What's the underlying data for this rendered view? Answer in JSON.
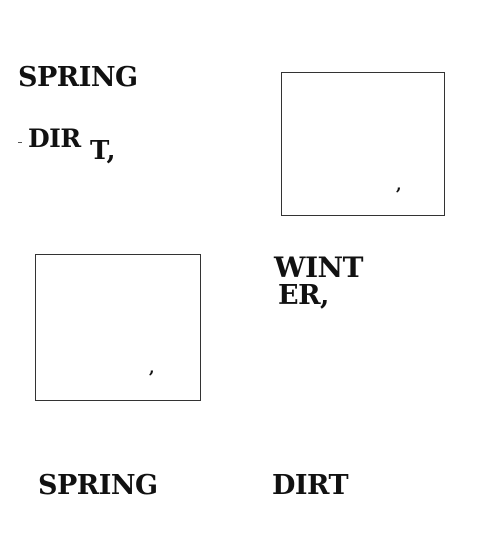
{
  "words": {
    "spring_top": "SPRING",
    "dir_part": "DIR",
    "t_part": "T,",
    "wint_part": "WINT",
    "er_part": "ER,",
    "spring_bottom": "SPRING",
    "dirt_bottom": "DIRT"
  },
  "boxes": {
    "top_right_comma": ",",
    "middle_left_comma": ","
  }
}
